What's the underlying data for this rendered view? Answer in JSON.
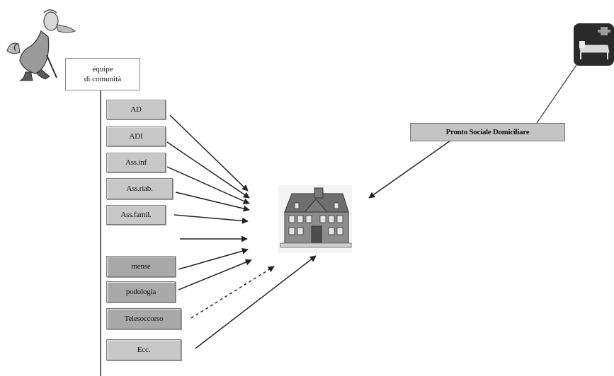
{
  "equipe": {
    "line1": "équipe",
    "line2": "di comunità"
  },
  "services": [
    {
      "label": "AD"
    },
    {
      "label": "ADI"
    },
    {
      "label": "Ass.inf"
    },
    {
      "label": "Ass.riab."
    },
    {
      "label": "Ass.famil."
    },
    {
      "label": "mense"
    },
    {
      "label": "podologia"
    },
    {
      "label": "Telesoccorso"
    },
    {
      "label": "Ecc."
    }
  ],
  "pronto": {
    "label": "Pronto Sociale Domiciliare"
  },
  "icons": {
    "person": "elderly-person-icon",
    "house": "house-icon",
    "bed": "hospital-bed-icon"
  },
  "colors": {
    "box_fill": "#c8c8c8",
    "box_fill_dark": "#a9a9a9",
    "line": "#222222",
    "bed_bg": "#2a2a2a"
  }
}
